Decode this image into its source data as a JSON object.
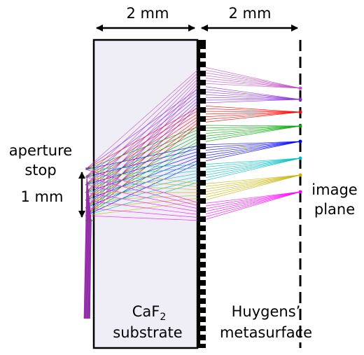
{
  "dimensions": {
    "substrate_width": "2 mm",
    "gap_width": "2 mm"
  },
  "labels": {
    "aperture_line1": "aperture",
    "aperture_line2": "stop",
    "aperture_size": "1 mm",
    "image_line1": "image",
    "image_line2": "plane",
    "substrate_line1_base": "CaF",
    "substrate_line1_sub": "2",
    "substrate_line2": "substrate",
    "meta_line1": "Huygens’",
    "meta_line2": "metasurface"
  },
  "colors": {
    "substrate_fill": "#efeef6",
    "outline": "#000000",
    "ray_palette": [
      "#c050c0",
      "#8a2be2",
      "#ff0000",
      "#00aa00",
      "#0000ff",
      "#00bfbf",
      "#c8b400",
      "#ff00ff"
    ]
  }
}
